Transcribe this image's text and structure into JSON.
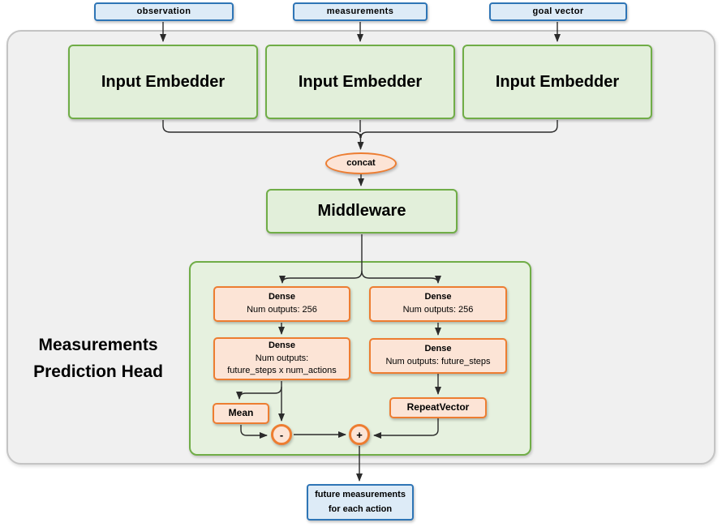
{
  "inputs": [
    {
      "label": "observation"
    },
    {
      "label": "measurements"
    },
    {
      "label": "goal vector"
    }
  ],
  "embedders": [
    {
      "label": "Input Embedder"
    },
    {
      "label": "Input Embedder"
    },
    {
      "label": "Input Embedder"
    }
  ],
  "concat": {
    "label": "concat"
  },
  "middleware": {
    "label": "Middleware"
  },
  "head": {
    "title_line1": "Measurements",
    "title_line2": "Prediction Head"
  },
  "dense": {
    "left1": {
      "title": "Dense",
      "line1": "Num outputs: 256"
    },
    "right1": {
      "title": "Dense",
      "line1": "Num outputs: 256"
    },
    "left2": {
      "title": "Dense",
      "line1": "Num outputs:",
      "line2": "future_steps x num_actions"
    },
    "right2": {
      "title": "Dense",
      "line1": "Num outputs: future_steps"
    }
  },
  "ops": {
    "mean": "Mean",
    "repeat_vector": "RepeatVector",
    "subtract": "-",
    "add": "+"
  },
  "output": {
    "line1": "future measurements",
    "line2": "for each action"
  },
  "colors": {
    "green_border": "#70AD47",
    "green_fill": "#E2EFDA",
    "orange_border": "#ED7D31",
    "orange_fill": "#FCE4D6",
    "blue_border": "#2E75B6",
    "blue_fill": "#DDEBF7",
    "container_fill": "#F0F0F0",
    "container_border": "#C4C4C4",
    "connector": "#2B2B2B"
  }
}
